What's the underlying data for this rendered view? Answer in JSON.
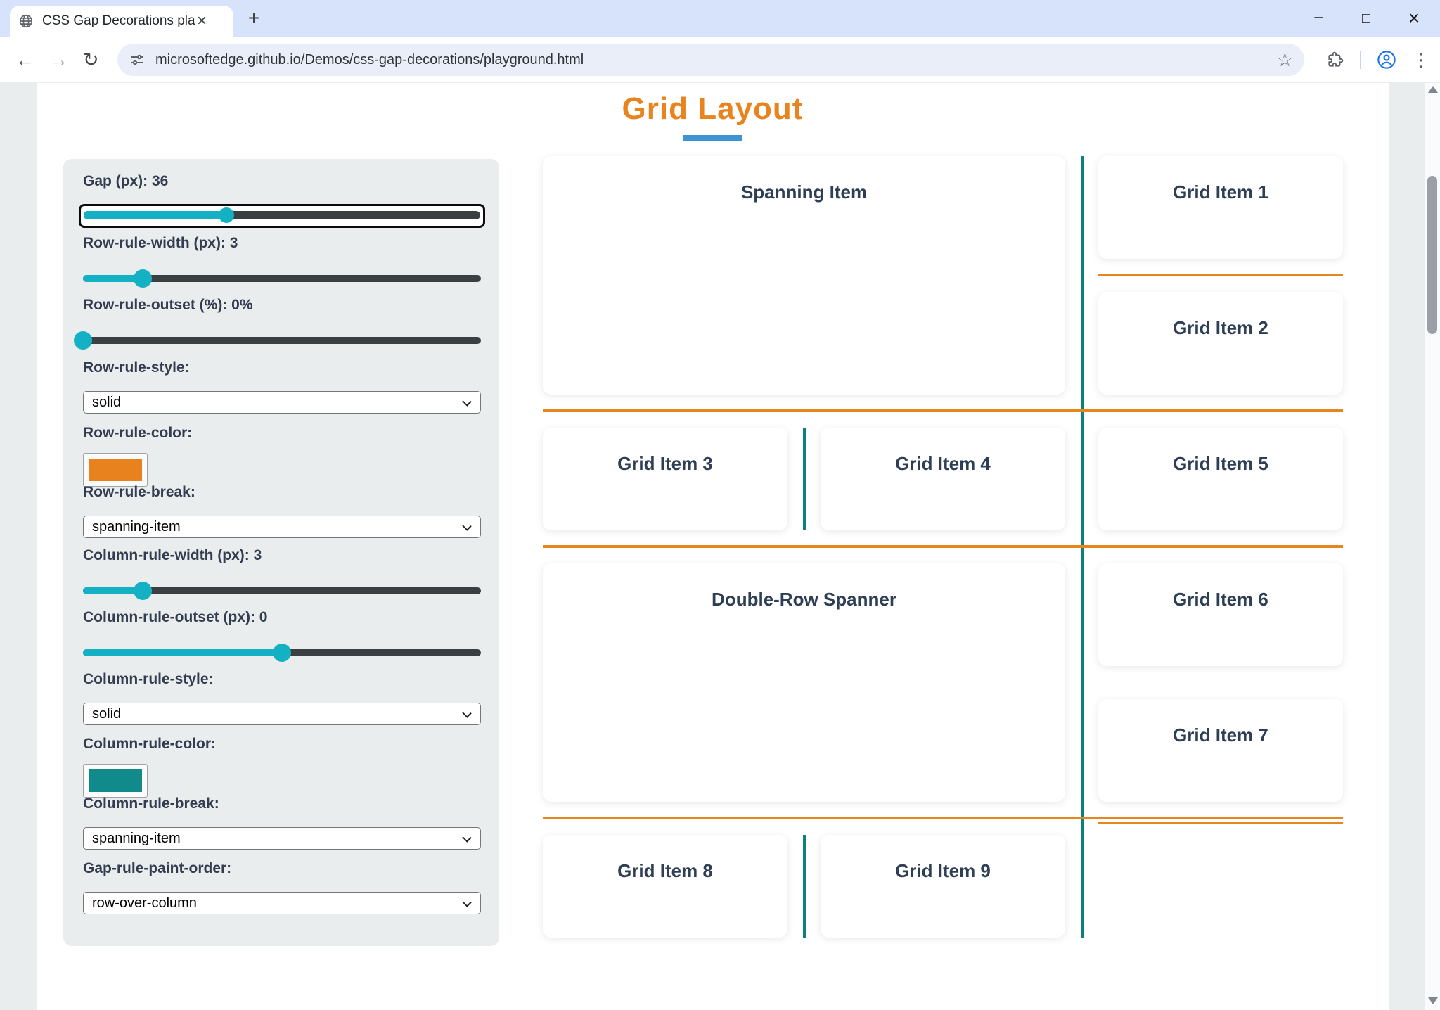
{
  "browser": {
    "tab_title": "CSS Gap Decorations playgroun",
    "url": "microsoftedge.github.io/Demos/css-gap-decorations/playground.html"
  },
  "page": {
    "title": "Grid Layout",
    "panel": {
      "gap": {
        "label": "Gap (px): 36",
        "value": 36,
        "fill": "36%"
      },
      "row_rule_width": {
        "label": "Row-rule-width (px): 3",
        "value": 3,
        "fill": "15%"
      },
      "row_rule_outset": {
        "label": "Row-rule-outset (%): 0%",
        "value": 0,
        "fill": "0%"
      },
      "row_rule_style": {
        "label": "Row-rule-style:",
        "value": "solid"
      },
      "row_rule_color": {
        "label": "Row-rule-color:",
        "value": "#E8821E"
      },
      "row_rule_break": {
        "label": "Row-rule-break:",
        "value": "spanning-item"
      },
      "column_rule_width": {
        "label": "Column-rule-width (px): 3",
        "value": 3,
        "fill": "15%"
      },
      "column_rule_outset": {
        "label": "Column-rule-outset (px): 0",
        "value": 0,
        "fill": "50%"
      },
      "column_rule_style": {
        "label": "Column-rule-style:",
        "value": "solid"
      },
      "column_rule_color": {
        "label": "Column-rule-color:",
        "value": "#108A8B"
      },
      "column_rule_break": {
        "label": "Column-rule-break:",
        "value": "spanning-item"
      },
      "gap_rule_paint_order": {
        "label": "Gap-rule-paint-order:",
        "value": "row-over-column"
      }
    },
    "grid": {
      "cards": {
        "spanning": "Spanning Item",
        "g1": "Grid Item 1",
        "g2": "Grid Item 2",
        "g3": "Grid Item 3",
        "g4": "Grid Item 4",
        "g5": "Grid Item 5",
        "double": "Double-Row Spanner",
        "g6": "Grid Item 6",
        "g7": "Grid Item 7",
        "g8": "Grid Item 8",
        "g9": "Grid Item 9"
      }
    }
  },
  "colors": {
    "accent_orange": "#E8831D",
    "title_underline_blue": "#3E94D2",
    "row_rule_orange": "#E8861E",
    "column_rule_teal": "#0C7F81",
    "slider_cyan": "#14B1C4",
    "row_rule_swatch": "#E8821E",
    "column_rule_swatch": "#108A8B"
  }
}
